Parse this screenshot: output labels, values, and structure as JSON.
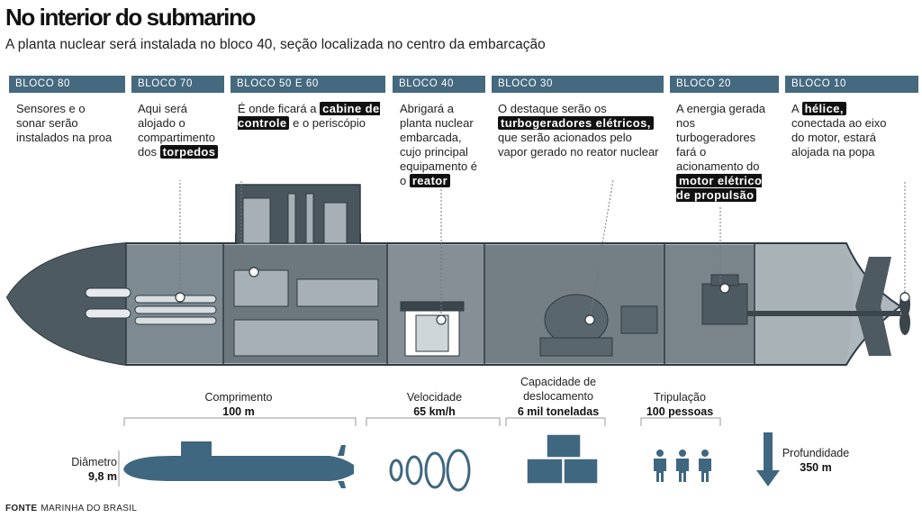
{
  "header": {
    "title": "No interior do submarino",
    "subtitle": "A planta nuclear será instalada no bloco 40, seção localizada no centro da embarcação"
  },
  "blocks": [
    {
      "label": "BLOCO   80",
      "pre": "Sensores e o sonar serão instalados na proa",
      "hl": "",
      "post": ""
    },
    {
      "label": "BLOCO   70",
      "pre": "Aqui será alojado o compartimento dos ",
      "hl": "torpedos",
      "post": ""
    },
    {
      "label": "BLOCO   50 E 60",
      "pre": "É onde ficará a ",
      "hl": "cabine de controle",
      "post": " e o periscópio"
    },
    {
      "label": "BLOCO   40",
      "pre": "Abrigará a planta nuclear embarcada, cujo principal equipamento é o ",
      "hl": "reator",
      "post": ""
    },
    {
      "label": "BLOCO   30",
      "pre": "O destaque serão os ",
      "hl": "turbogeradores elétricos,",
      "post": " que serão acionados pelo vapor gerado no reator nuclear"
    },
    {
      "label": "BLOCO   20",
      "pre": "A energia gerada nos turbogeradores fará o acionamento do ",
      "hl": "motor elétrico de propulsão",
      "post": ""
    },
    {
      "label": "BLOCO   10",
      "pre": "A ",
      "hl": "hélice,",
      "post": " conectada ao eixo do motor, estará alojada na popa"
    }
  ],
  "stats": {
    "length_label": "Comprimento",
    "length_value": "100 m",
    "diameter_label": "Diâmetro",
    "diameter_value": "9,8 m",
    "speed_label": "Velocidade",
    "speed_value": "65 km/h",
    "displacement_label": "Capacidade de deslocamento",
    "displacement_value": "6 mil toneladas",
    "crew_label": "Tripulação",
    "crew_value": "100 pessoas",
    "depth_label": "Profundidade",
    "depth_value": "350 m"
  },
  "source": {
    "label": "FONTE",
    "text": "MARINHA DO BRASIL"
  },
  "colors": {
    "header_bg": "#45697f",
    "hull": "#4e5a62",
    "hull_light": "#9aa6ad",
    "icon": "#3f6780",
    "highlight": "#111111"
  }
}
